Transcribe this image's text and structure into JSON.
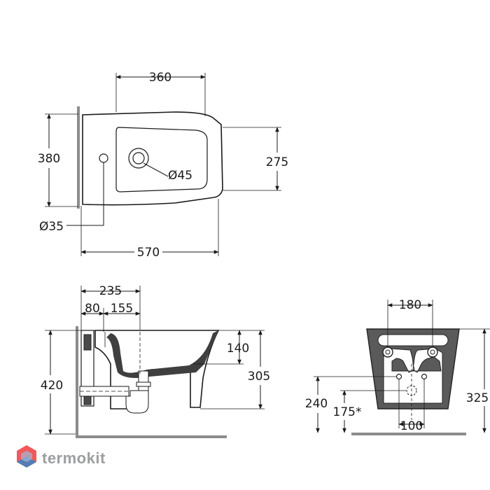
{
  "top_view": {
    "width_top": "360",
    "depth": "380",
    "bowl_depth": "275",
    "length": "570",
    "tap_hole": "Ø45",
    "overflow_hole": "Ø35"
  },
  "side_view": {
    "dim_235": "235",
    "dim_80": "80",
    "dim_155": "155",
    "height": "420",
    "dim_140": "140",
    "dim_305": "305"
  },
  "rear_view": {
    "dim_180": "180",
    "dim_240": "240",
    "dim_175": "175*",
    "dim_100": "100",
    "dim_325": "325"
  },
  "brand": {
    "name": "termokit",
    "logo_colors": [
      "#f05a5a",
      "#3b82c4",
      "#9fb9d8"
    ]
  }
}
